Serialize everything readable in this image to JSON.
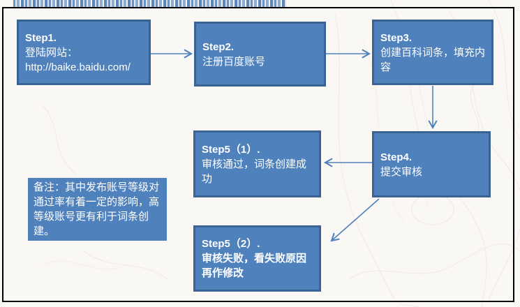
{
  "diagram": {
    "type": "flowchart",
    "boxes": {
      "step1": {
        "title": "Step1.",
        "line1": "登陆网站：",
        "line2": "http://baike.baidu.com/"
      },
      "step2": {
        "title": "Step2.",
        "line1": "注册百度账号"
      },
      "step3": {
        "title": "Step3.",
        "line1": "创建百科词条，填充内容"
      },
      "step4": {
        "title": "Step4.",
        "line1": "提交审核"
      },
      "step5a": {
        "title": "Step5（1）.",
        "line1": "审核通过，词条创建成功"
      },
      "step5b": {
        "title": "Step5（2）.",
        "line1": "审核失败，看失败原因再作修改"
      },
      "note": {
        "line1": "备注：其中发布账号等级对通过率有着一定的影响，高等级账号更有利于词条创建。"
      }
    },
    "arrows": [
      "step1-to-step2",
      "step2-to-step3",
      "step3-to-step4",
      "step4-to-step5a",
      "step4-to-step5b"
    ],
    "colors": {
      "box_fill": "#4f81bd",
      "box_border": "#3a6293",
      "arrow": "#4f81bd",
      "text": "#ffffff",
      "background": "#faf8f4",
      "frame": "#000000"
    }
  }
}
